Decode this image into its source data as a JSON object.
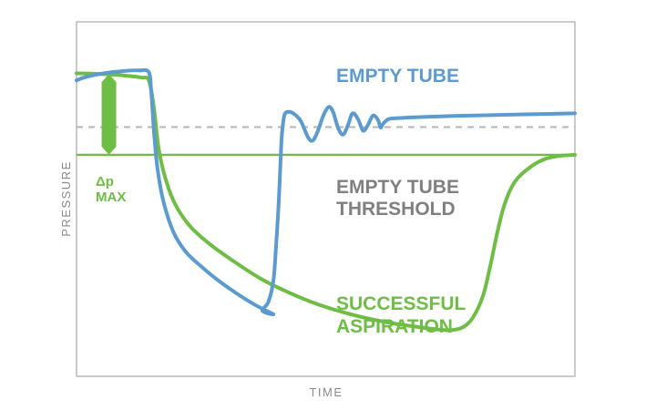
{
  "colors": {
    "empty_tube": "#5b9bd0",
    "successful": "#6ebd45",
    "threshold_label": "#808080",
    "threshold_line": "#b5b5b5",
    "frame": "#a8a8a8"
  },
  "chart_data": {
    "type": "line",
    "xlabel": "TIME",
    "ylabel": "PRESSURE",
    "xlim": [
      0,
      100
    ],
    "ylim": [
      0,
      100
    ],
    "grid": false,
    "legend": "none",
    "series": [
      {
        "name": "EMPTY TUBE",
        "color": "#5b9bd0",
        "points": [
          [
            0,
            83.5
          ],
          [
            2,
            84.5
          ],
          [
            6,
            85.6
          ],
          [
            10,
            86.2
          ],
          [
            12.5,
            86.3
          ],
          [
            14.5,
            85.8
          ],
          [
            15,
            80
          ],
          [
            15.6,
            68
          ],
          [
            16.3,
            58
          ],
          [
            17.5,
            49
          ],
          [
            19.5,
            40.5
          ],
          [
            22,
            35
          ],
          [
            25,
            31
          ],
          [
            28,
            27.5
          ],
          [
            32,
            23.5
          ],
          [
            36,
            20
          ],
          [
            39.5,
            17.5
          ],
          [
            37.3,
            18.5
          ],
          [
            38.5,
            21
          ],
          [
            39.5,
            27
          ],
          [
            40,
            36
          ],
          [
            40.6,
            50
          ],
          [
            41.1,
            66
          ],
          [
            41.5,
            72
          ],
          [
            41.8,
            74
          ],
          [
            42.4,
            74.6
          ],
          [
            43.5,
            74.2
          ],
          [
            45,
            72
          ],
          [
            46.5,
            67.3
          ],
          [
            47.5,
            66.6
          ],
          [
            48.5,
            69.5
          ],
          [
            49.5,
            73.5
          ],
          [
            50.6,
            76
          ],
          [
            51.5,
            74.5
          ],
          [
            52.5,
            70
          ],
          [
            53.5,
            68.2
          ],
          [
            54.5,
            71
          ],
          [
            55.4,
            74.2
          ],
          [
            56.5,
            72.5
          ],
          [
            57.5,
            69.3
          ],
          [
            58.5,
            71
          ],
          [
            59.5,
            73.6
          ],
          [
            60.5,
            72.3
          ],
          [
            61,
            70.2
          ],
          [
            61.5,
            71.2
          ],
          [
            62.5,
            72.5
          ],
          [
            64,
            72.8
          ],
          [
            70,
            73.2
          ],
          [
            80,
            73.6
          ],
          [
            90,
            73.9
          ],
          [
            100,
            74.2
          ]
        ]
      },
      {
        "name": "SUCCESSFUL ASPIRATION",
        "color": "#6ebd45",
        "points": [
          [
            0,
            85.5
          ],
          [
            5,
            85.3
          ],
          [
            10,
            84.8
          ],
          [
            13,
            84.3
          ],
          [
            14.5,
            83.5
          ],
          [
            15.5,
            76
          ],
          [
            16.5,
            64
          ],
          [
            18,
            55
          ],
          [
            20,
            48
          ],
          [
            23,
            42
          ],
          [
            27,
            37
          ],
          [
            32,
            32
          ],
          [
            37,
            27.5
          ],
          [
            42,
            24
          ],
          [
            48,
            20.5
          ],
          [
            55,
            17.5
          ],
          [
            62,
            15.3
          ],
          [
            68,
            14
          ],
          [
            72,
            13.3
          ],
          [
            75,
            13
          ],
          [
            77.5,
            13.8
          ],
          [
            79.5,
            16.5
          ],
          [
            81.5,
            22.5
          ],
          [
            83,
            31
          ],
          [
            84.5,
            41
          ],
          [
            86,
            49
          ],
          [
            88,
            55
          ],
          [
            91,
            59
          ],
          [
            94,
            61.3
          ],
          [
            97,
            62.2
          ],
          [
            100,
            62.5
          ]
        ]
      }
    ],
    "reference_lines": [
      {
        "name": "EMPTY TUBE THRESHOLD",
        "y": 70.3,
        "style": "dashed",
        "color": "#b5b5b5"
      },
      {
        "y": 62.5,
        "style": "solid",
        "color": "#6ebd45"
      }
    ],
    "delta_marker": {
      "label_top": "Δp",
      "label_bottom": "MAX",
      "x": 6.5,
      "y_from": 62.5,
      "y_to": 85.3,
      "color": "#6ebd45"
    },
    "annotations": {
      "empty_tube": "EMPTY TUBE",
      "threshold_line1": "EMPTY TUBE",
      "threshold_line2": "THRESHOLD",
      "success_line1": "SUCCESSFUL",
      "success_line2": "ASPIRATION"
    }
  }
}
